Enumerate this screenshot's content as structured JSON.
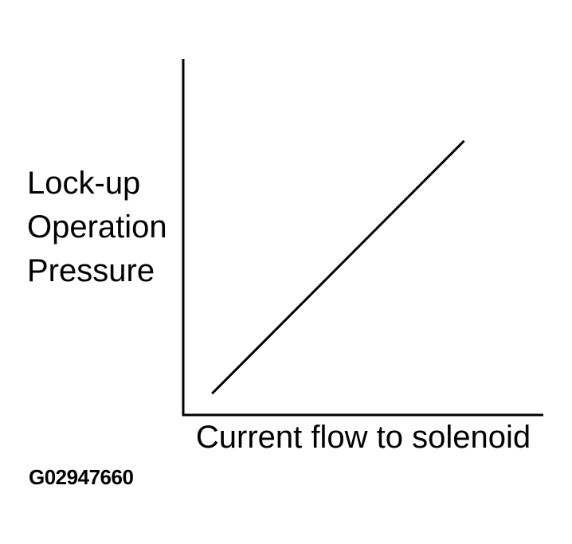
{
  "chart_data": {
    "type": "line",
    "title": "",
    "xlabel": "Current flow to solenoid",
    "ylabel": "Lock-up Operation Pressure",
    "x_axis": {
      "tick_labels": [],
      "range_norm": [
        0,
        1
      ]
    },
    "y_axis": {
      "tick_labels": [],
      "range_norm": [
        0,
        1
      ]
    },
    "grid": false,
    "legend": null,
    "series": [
      {
        "name": "lockup-operation-pressure-vs-current",
        "relationship": "linear-increasing",
        "points_norm": [
          [
            0.08,
            0.06
          ],
          [
            0.78,
            0.77
          ]
        ]
      }
    ],
    "annotations": [
      {
        "text": "G02947660",
        "position": "bottom-left"
      }
    ],
    "colors": {
      "line": "#000000",
      "axis": "#000000",
      "background": "#ffffff",
      "text": "#000000"
    }
  }
}
